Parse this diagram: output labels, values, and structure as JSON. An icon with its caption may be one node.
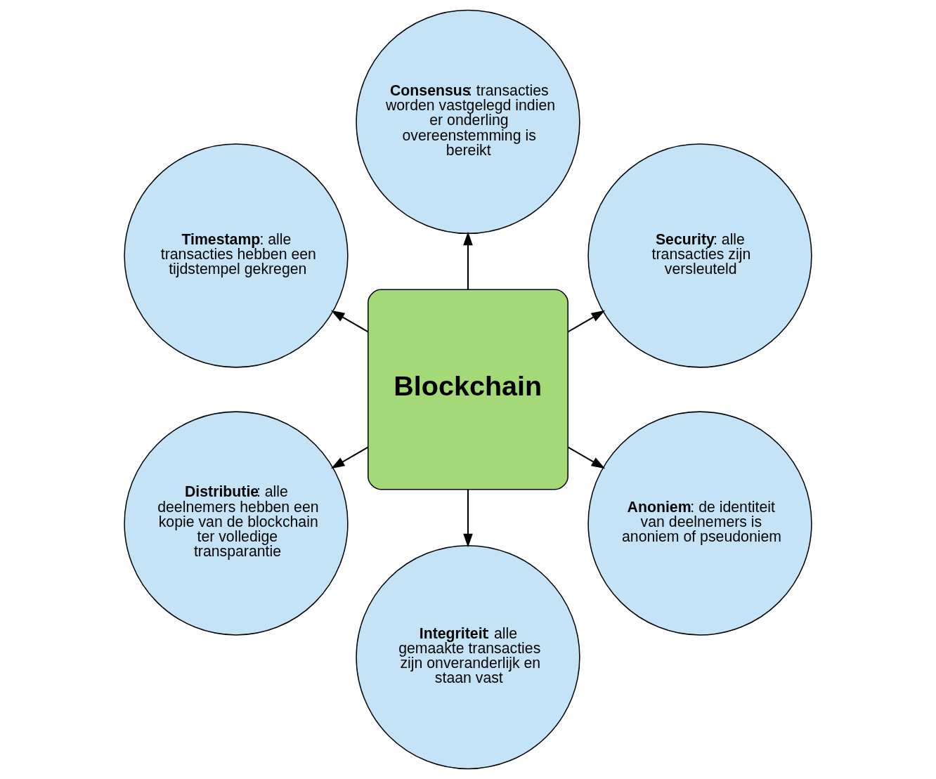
{
  "diagram": {
    "nodes": [
      {
        "text": [
          "Blockchain"
        ]
      },
      {
        "text": [
          "**Security**: alle transacties zijn versleuteld"
        ]
      },
      {
        "text": [
          "**Consensus**: transacties worden vastgelegd indien er onderling overeenstemming is bereikt"
        ]
      },
      {
        "text": [
          "**Timestamp**: alle transacties hebben een tijdstempel gekregen"
        ]
      },
      {
        "text": [
          "**Distributie**: alle deelnemers hebben een kopie van de blockchain ter volledige transparantie"
        ]
      },
      {
        "text": [
          "**Integriteit**: alle gemaakte transacties zijn onveranderlijk en staan vast"
        ]
      },
      {
        "text": [
          "**Anoniem**: de identiteit van deelnemers is anoniem of pseudoniem"
        ]
      }
    ],
    "edges": [
      {
        "from": 0,
        "to": 1,
        "arrow": "to"
      },
      {
        "from": 0,
        "to": 2,
        "arrow": "to"
      },
      {
        "from": 0,
        "to": 3,
        "arrow": "to"
      },
      {
        "from": 0,
        "to": 4,
        "arrow": "to"
      },
      {
        "from": 0,
        "to": 5,
        "arrow": "to"
      },
      {
        "from": 0,
        "to": 6,
        "arrow": "to"
      }
    ]
  }
}
